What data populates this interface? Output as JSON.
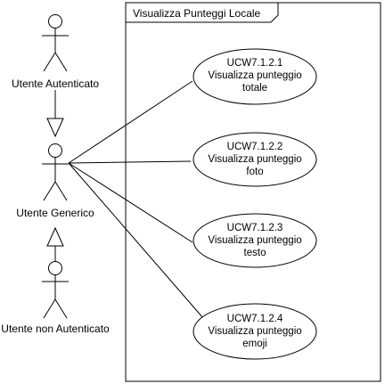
{
  "diagram": {
    "boundary": {
      "title": "Visualizza Punteggi Locale"
    },
    "actors": [
      {
        "id": "utente-autenticato",
        "label": "Utente Autenticato"
      },
      {
        "id": "utente-generico",
        "label": "Utente Generico"
      },
      {
        "id": "utente-non-autenticato",
        "label": "Utente non Autenticato"
      }
    ],
    "generalizations": [
      {
        "from": "utente-autenticato",
        "to": "utente-generico"
      },
      {
        "from": "utente-non-autenticato",
        "to": "utente-generico"
      }
    ],
    "use_cases": [
      {
        "id": "UCW7.1.2.1",
        "lines": [
          "UCW7.1.2.1",
          "Visualizza punteggio",
          "totale"
        ]
      },
      {
        "id": "UCW7.1.2.2",
        "lines": [
          "UCW7.1.2.2",
          "Visualizza punteggio",
          "foto"
        ]
      },
      {
        "id": "UCW7.1.2.3",
        "lines": [
          "UCW7.1.2.3",
          "Visualizza punteggio",
          "testo"
        ]
      },
      {
        "id": "UCW7.1.2.4",
        "lines": [
          "UCW7.1.2.4",
          "Visualizza punteggio",
          "emoji"
        ]
      }
    ],
    "associations": [
      {
        "actor": "utente-generico",
        "use_case": "UCW7.1.2.1"
      },
      {
        "actor": "utente-generico",
        "use_case": "UCW7.1.2.2"
      },
      {
        "actor": "utente-generico",
        "use_case": "UCW7.1.2.3"
      },
      {
        "actor": "utente-generico",
        "use_case": "UCW7.1.2.4"
      }
    ]
  }
}
